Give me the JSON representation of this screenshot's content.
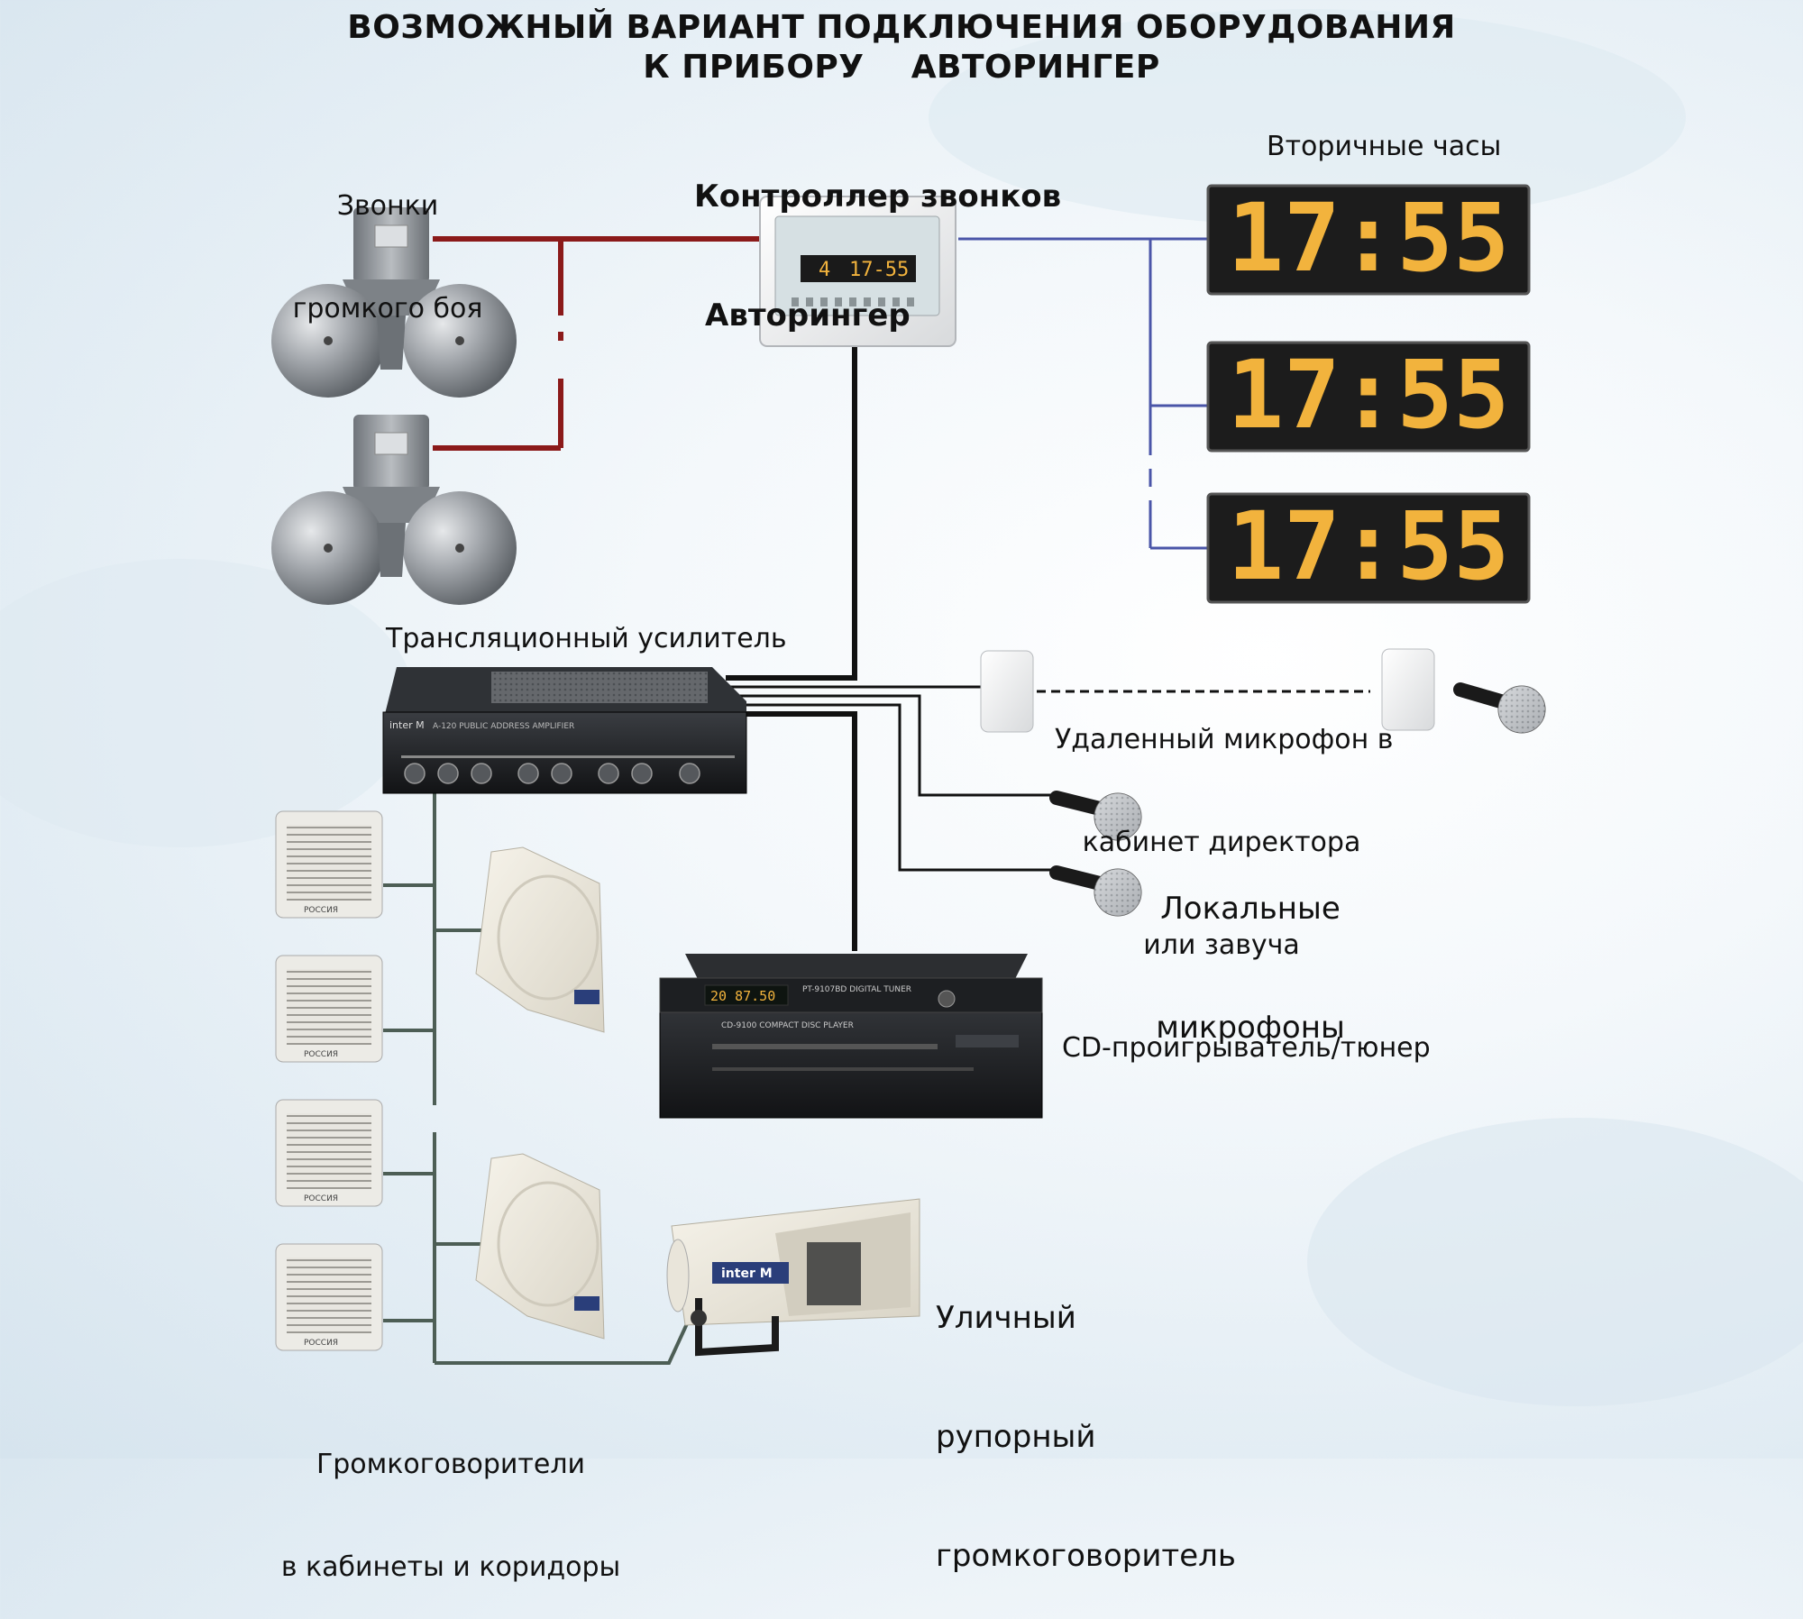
{
  "title": {
    "line1": "ВОЗМОЖНЫЙ ВАРИАНТ ПОДКЛЮЧЕНИЯ ОБОРУДОВАНИЯ",
    "line2": "К ПРИБОРУ    АВТОРИНГЕР"
  },
  "labels": {
    "bells": [
      "Звонки",
      "громкого боя"
    ],
    "controller": [
      "Контроллер звонков",
      "Авторингер"
    ],
    "secondary_clocks": "Вторичные часы",
    "amplifier": "Трансляционный усилитель",
    "remote_mic": [
      "Удаленный микрофон в",
      "кабинет директора",
      "или завуча"
    ],
    "local_mics": [
      "Локальные",
      "микрофоны"
    ],
    "cd_tuner": "CD-проигрыватель/тюнер",
    "horn": [
      "Уличный",
      "рупорный",
      "громкоговоритель"
    ],
    "speakers": [
      "Громкоговорители",
      "в кабинеты и коридоры"
    ]
  },
  "clocks": [
    "17:55",
    "17:55",
    "17:55"
  ],
  "controller_display": {
    "left": "4",
    "right": "17-55"
  },
  "device_marks": {
    "brand": "inter M",
    "speaker_brand": "РОССИЯ",
    "amp_model": "A-120  PUBLIC ADDRESS AMPLIFIER",
    "tuner_model": "PT-9107BD  DIGITAL TUNER",
    "cd_model": "CD-9100  COMPACT DISC PLAYER",
    "tuner_display": "20  87.50"
  },
  "colors": {
    "bell_wire": "#8b1a1a",
    "clock_wire": "#4a55a8",
    "signal_wire": "#111111",
    "speaker_wire": "#4d5e55",
    "clock_digit": "#f2b33d"
  }
}
